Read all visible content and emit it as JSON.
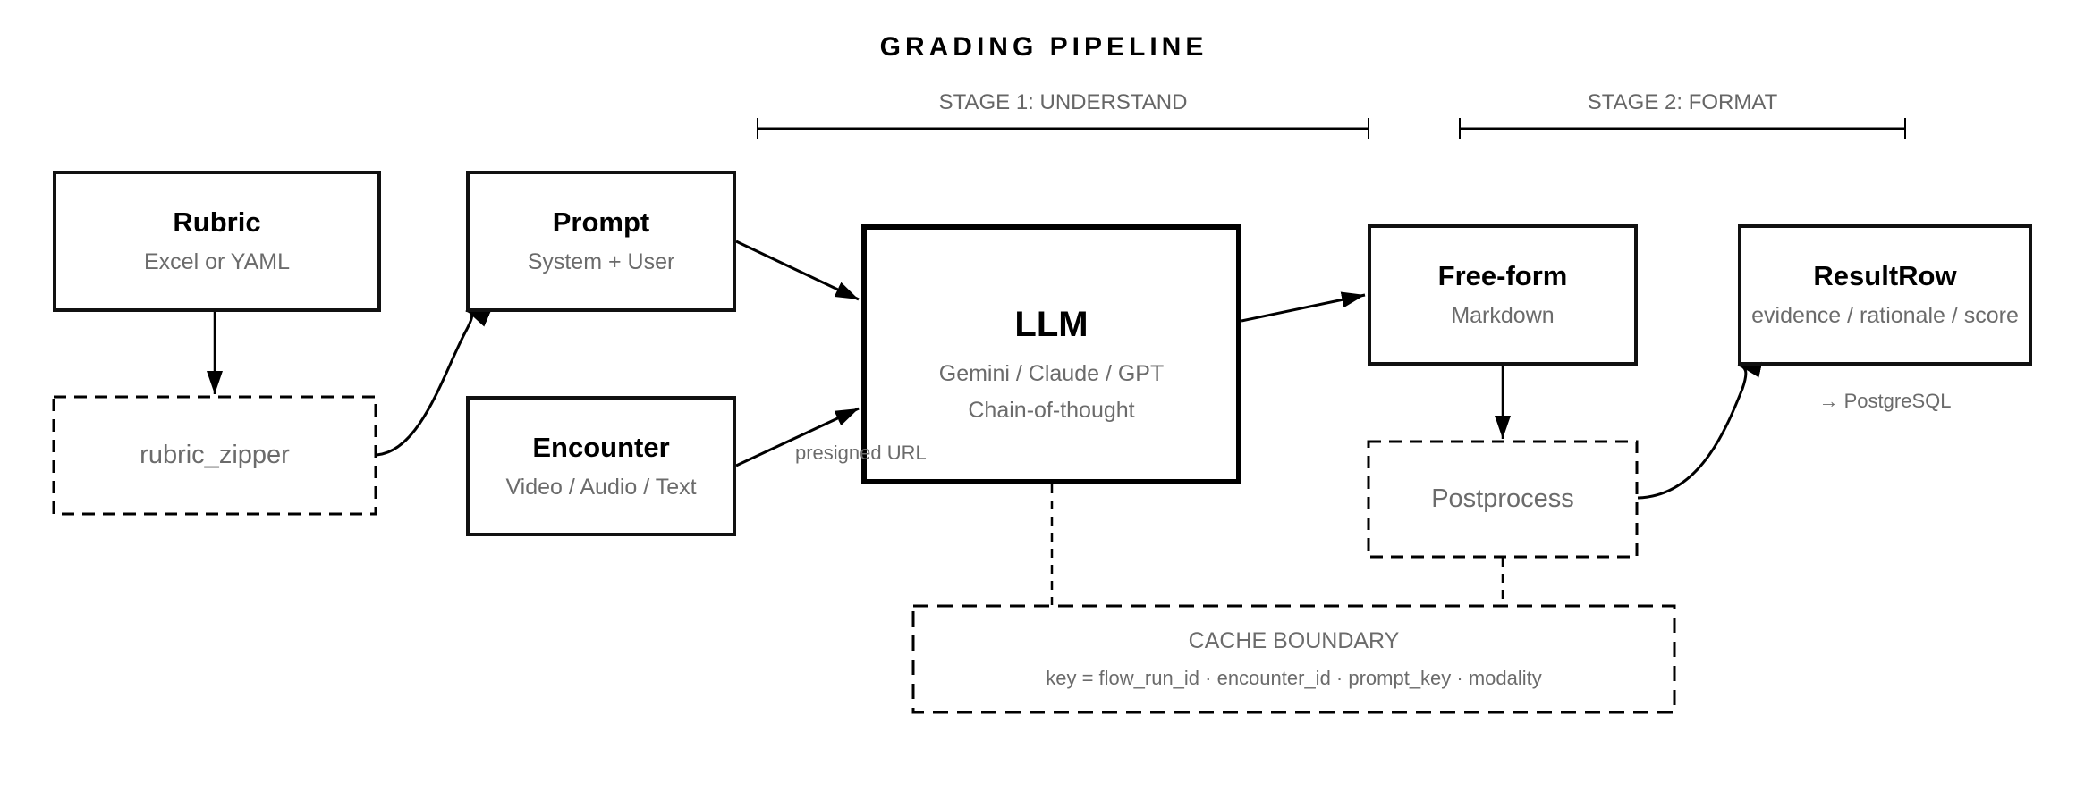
{
  "title": "GRADING PIPELINE",
  "stages": [
    {
      "label": "STAGE 1: UNDERSTAND"
    },
    {
      "label": "STAGE 2: FORMAT"
    }
  ],
  "nodes": {
    "rubric": {
      "name": "Rubric",
      "sub": "Excel or YAML",
      "style": "solid"
    },
    "rubric_zipper": {
      "name": "rubric_zipper",
      "style": "dashed"
    },
    "prompt": {
      "name": "Prompt",
      "sub": "System + User",
      "style": "solid"
    },
    "encounter": {
      "name": "Encounter",
      "sub": "Video / Audio / Text",
      "style": "solid"
    },
    "llm": {
      "name": "LLM",
      "sub": [
        "Gemini / Claude / GPT",
        "Chain-of-thought"
      ],
      "style": "thick"
    },
    "freeform": {
      "name": "Free-form",
      "sub": "Markdown",
      "style": "solid"
    },
    "postprocess": {
      "name": "Postprocess",
      "style": "dashed"
    },
    "resultrow": {
      "name": "ResultRow",
      "sub": "evidence / rationale / score",
      "note": "→ PostgreSQL",
      "style": "solid"
    },
    "cache": {
      "title": "CACHE BOUNDARY",
      "key": "key = flow_run_id · encounter_id · prompt_key · modality",
      "style": "dashed"
    }
  },
  "edges": [
    {
      "from": "rubric",
      "to": "rubric_zipper",
      "style": "solid-arrow"
    },
    {
      "from": "rubric_zipper",
      "to": "prompt",
      "style": "curved-arrow"
    },
    {
      "from": "prompt",
      "to": "llm",
      "style": "solid-arrow"
    },
    {
      "from": "encounter",
      "to": "llm",
      "style": "solid-arrow",
      "label": "presigned URL"
    },
    {
      "from": "llm",
      "to": "freeform",
      "style": "solid-arrow"
    },
    {
      "from": "freeform",
      "to": "postprocess",
      "style": "solid-arrow"
    },
    {
      "from": "postprocess",
      "to": "resultrow",
      "style": "curved-arrow"
    },
    {
      "from": "llm",
      "to": "cache",
      "style": "dashed"
    },
    {
      "from": "postprocess",
      "to": "cache",
      "style": "dashed"
    }
  ]
}
